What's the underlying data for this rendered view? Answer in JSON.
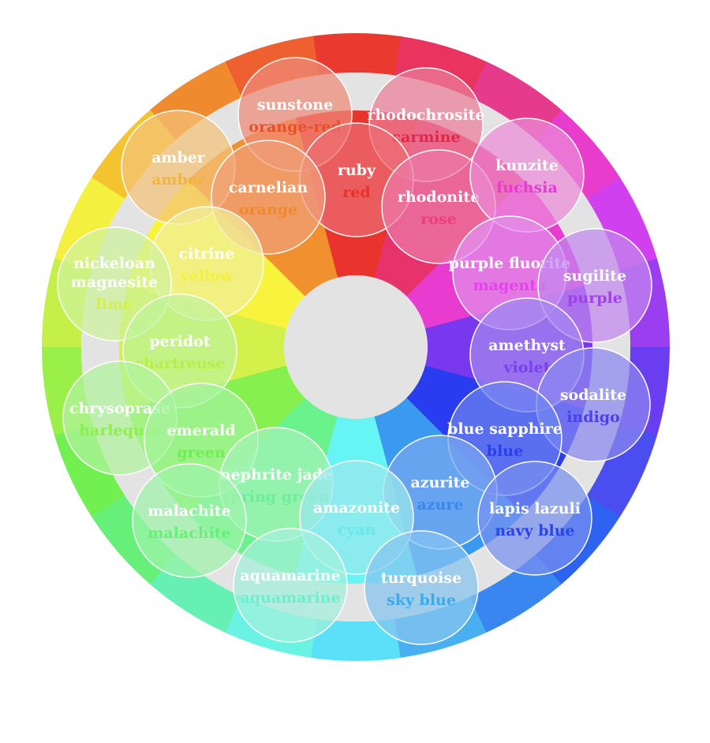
{
  "wheel": {
    "center_color": "#e3e3e3",
    "ring_gap_color": "#e3e3e3",
    "outer_segments": [
      {
        "color": "#ea3a30"
      },
      {
        "color": "#e8345e"
      },
      {
        "color": "#e63a8c"
      },
      {
        "color": "#e83ccc"
      },
      {
        "color": "#d040ee"
      },
      {
        "color": "#9a3ef0"
      },
      {
        "color": "#6a3ef0"
      },
      {
        "color": "#4a4ef0"
      },
      {
        "color": "#2e62f0"
      },
      {
        "color": "#3a86f0"
      },
      {
        "color": "#48b0f0"
      },
      {
        "color": "#5ae0f8"
      },
      {
        "color": "#6af2e4"
      },
      {
        "color": "#66f0b4"
      },
      {
        "color": "#66f07a"
      },
      {
        "color": "#72f052"
      },
      {
        "color": "#9af048"
      },
      {
        "color": "#c4f048"
      },
      {
        "color": "#f4f040"
      },
      {
        "color": "#f4c430"
      },
      {
        "color": "#f08a2e"
      },
      {
        "color": "#ee6030"
      }
    ],
    "inner_segments": [
      {
        "color": "#e8342c"
      },
      {
        "color": "#e6336c"
      },
      {
        "color": "#e83cd0"
      },
      {
        "color": "#7a38ee"
      },
      {
        "color": "#2a3cf0"
      },
      {
        "color": "#3a9af0"
      },
      {
        "color": "#66f4f4"
      },
      {
        "color": "#6af28c"
      },
      {
        "color": "#86f04e"
      },
      {
        "color": "#d4f04a"
      },
      {
        "color": "#f8f43e"
      },
      {
        "color": "#f0902e"
      }
    ],
    "stones": [
      {
        "gem": "sunstone",
        "color_name": "orange-red",
        "text_color": "#e8502a",
        "fill": "#ee8a78"
      },
      {
        "gem": "rhodochrosite",
        "color_name": "carmine",
        "text_color": "#e02848",
        "fill": "#ec7e98"
      },
      {
        "gem": "ruby",
        "color_name": "red",
        "text_color": "#e8322a",
        "fill": "#ec6c72"
      },
      {
        "gem": "amber",
        "color_name": "amber",
        "text_color": "#f4b43a",
        "fill": "#f4c278"
      },
      {
        "gem": "carnelian",
        "color_name": "orange",
        "text_color": "#f08830",
        "fill": "#f0a07a"
      },
      {
        "gem": "rhodonite",
        "color_name": "rose",
        "text_color": "#ee3c7c",
        "fill": "#ec7aa8"
      },
      {
        "gem": "kunzite",
        "color_name": "fuchsia",
        "text_color": "#e83ad0",
        "fill": "#ec8cd8"
      },
      {
        "gem": "citrine",
        "color_name": "yellow",
        "text_color": "#f4f040",
        "fill": "#f0ee9a"
      },
      {
        "gem": "nickeloan magnesite",
        "color_name": "lime",
        "text_color": "#d6f048",
        "fill": "#cff29c"
      },
      {
        "gem": "purple fluorite",
        "color_name": "magenta",
        "text_color": "#e640ee",
        "fill": "#e290ea"
      },
      {
        "gem": "sugilite",
        "color_name": "purple",
        "text_color": "#a040ee",
        "fill": "#c288ee"
      },
      {
        "gem": "peridot",
        "color_name": "chartreuse",
        "text_color": "#b4f048",
        "fill": "#bff29c"
      },
      {
        "gem": "amethyst",
        "color_name": "violet",
        "text_color": "#7a40ee",
        "fill": "#a488f0"
      },
      {
        "gem": "chrysoprase",
        "color_name": "harlequin",
        "text_color": "#8cf046",
        "fill": "#b0f29c"
      },
      {
        "gem": "sodalite",
        "color_name": "indigo",
        "text_color": "#4a40ee",
        "fill": "#8a88f0"
      },
      {
        "gem": "emerald",
        "color_name": "green",
        "text_color": "#6cf050",
        "fill": "#a4f29c"
      },
      {
        "gem": "blue sapphire",
        "color_name": "blue",
        "text_color": "#2a40ee",
        "fill": "#6e84f0"
      },
      {
        "gem": "nephrite jade",
        "color_name": "spring green",
        "text_color": "#6af09a",
        "fill": "#a4f2b8"
      },
      {
        "gem": "azurite",
        "color_name": "azure",
        "text_color": "#3a86ee",
        "fill": "#78a8f0"
      },
      {
        "gem": "malachite",
        "color_name": "malachite",
        "text_color": "#66f078",
        "fill": "#a0f2aa"
      },
      {
        "gem": "amazonite",
        "color_name": "cyan",
        "text_color": "#66e8f0",
        "fill": "#9ae8ec"
      },
      {
        "gem": "lapis lazuli",
        "color_name": "navy blue",
        "text_color": "#2a44e8",
        "fill": "#7890f0"
      },
      {
        "gem": "aquamarine",
        "color_name": "aquamarine",
        "text_color": "#6af0cc",
        "fill": "#a4f0dc"
      },
      {
        "gem": "turquoise",
        "color_name": "sky blue",
        "text_color": "#3aaaee",
        "fill": "#86c4f0"
      }
    ]
  }
}
